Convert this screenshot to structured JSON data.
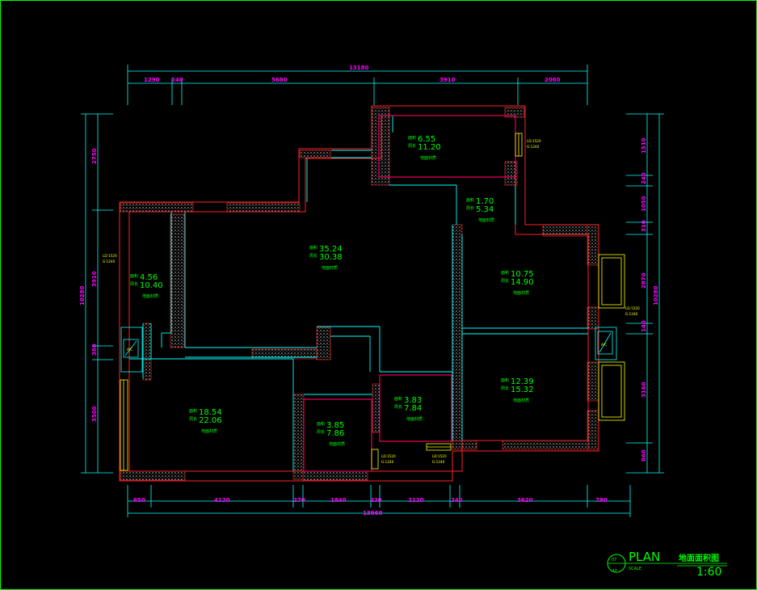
{
  "dimensions": {
    "top_total": "13180",
    "top": [
      "1290",
      "240",
      "5680",
      "3910",
      "2060"
    ],
    "bottom_total": "13960",
    "bottom": [
      "650",
      "4120",
      "270",
      "1840",
      "220",
      "2120",
      "240",
      "3620",
      "780"
    ],
    "left_total": "10280",
    "left": [
      "2750",
      "3910",
      "380",
      "3500"
    ],
    "right_total": "10280",
    "right": [
      "1510",
      "240",
      "1050",
      "310",
      "2870",
      "140",
      "3160",
      "860"
    ]
  },
  "rooms": [
    {
      "id": "top-bedroom",
      "a": "6.55",
      "p": "11.20"
    },
    {
      "id": "small-top",
      "a": "1.70",
      "p": "5.34"
    },
    {
      "id": "living",
      "a": "35.24",
      "p": "30.38"
    },
    {
      "id": "left-narrow",
      "a": "4.56",
      "p": "10.40"
    },
    {
      "id": "right-upper",
      "a": "10.75",
      "p": "14.90"
    },
    {
      "id": "right-lower",
      "a": "12.39",
      "p": "15.32"
    },
    {
      "id": "bottom-left",
      "a": "18.54",
      "p": "22.06"
    },
    {
      "id": "bath-2",
      "a": "3.85",
      "p": "7.86"
    },
    {
      "id": "bath-1",
      "a": "3.83",
      "p": "7.84"
    }
  ],
  "labels": {
    "area": "面积",
    "perimeter": "周长",
    "floor": "地面材质"
  },
  "door_tags": {
    "line1": "LD:1520",
    "line2": "G:1240"
  },
  "ac_tag": "A/C",
  "title_block": {
    "number": "07",
    "floor": "1F",
    "plan": "PLAN",
    "scale_word": "SCALE",
    "title_cn": "地面面积图",
    "scale": "1:60"
  }
}
